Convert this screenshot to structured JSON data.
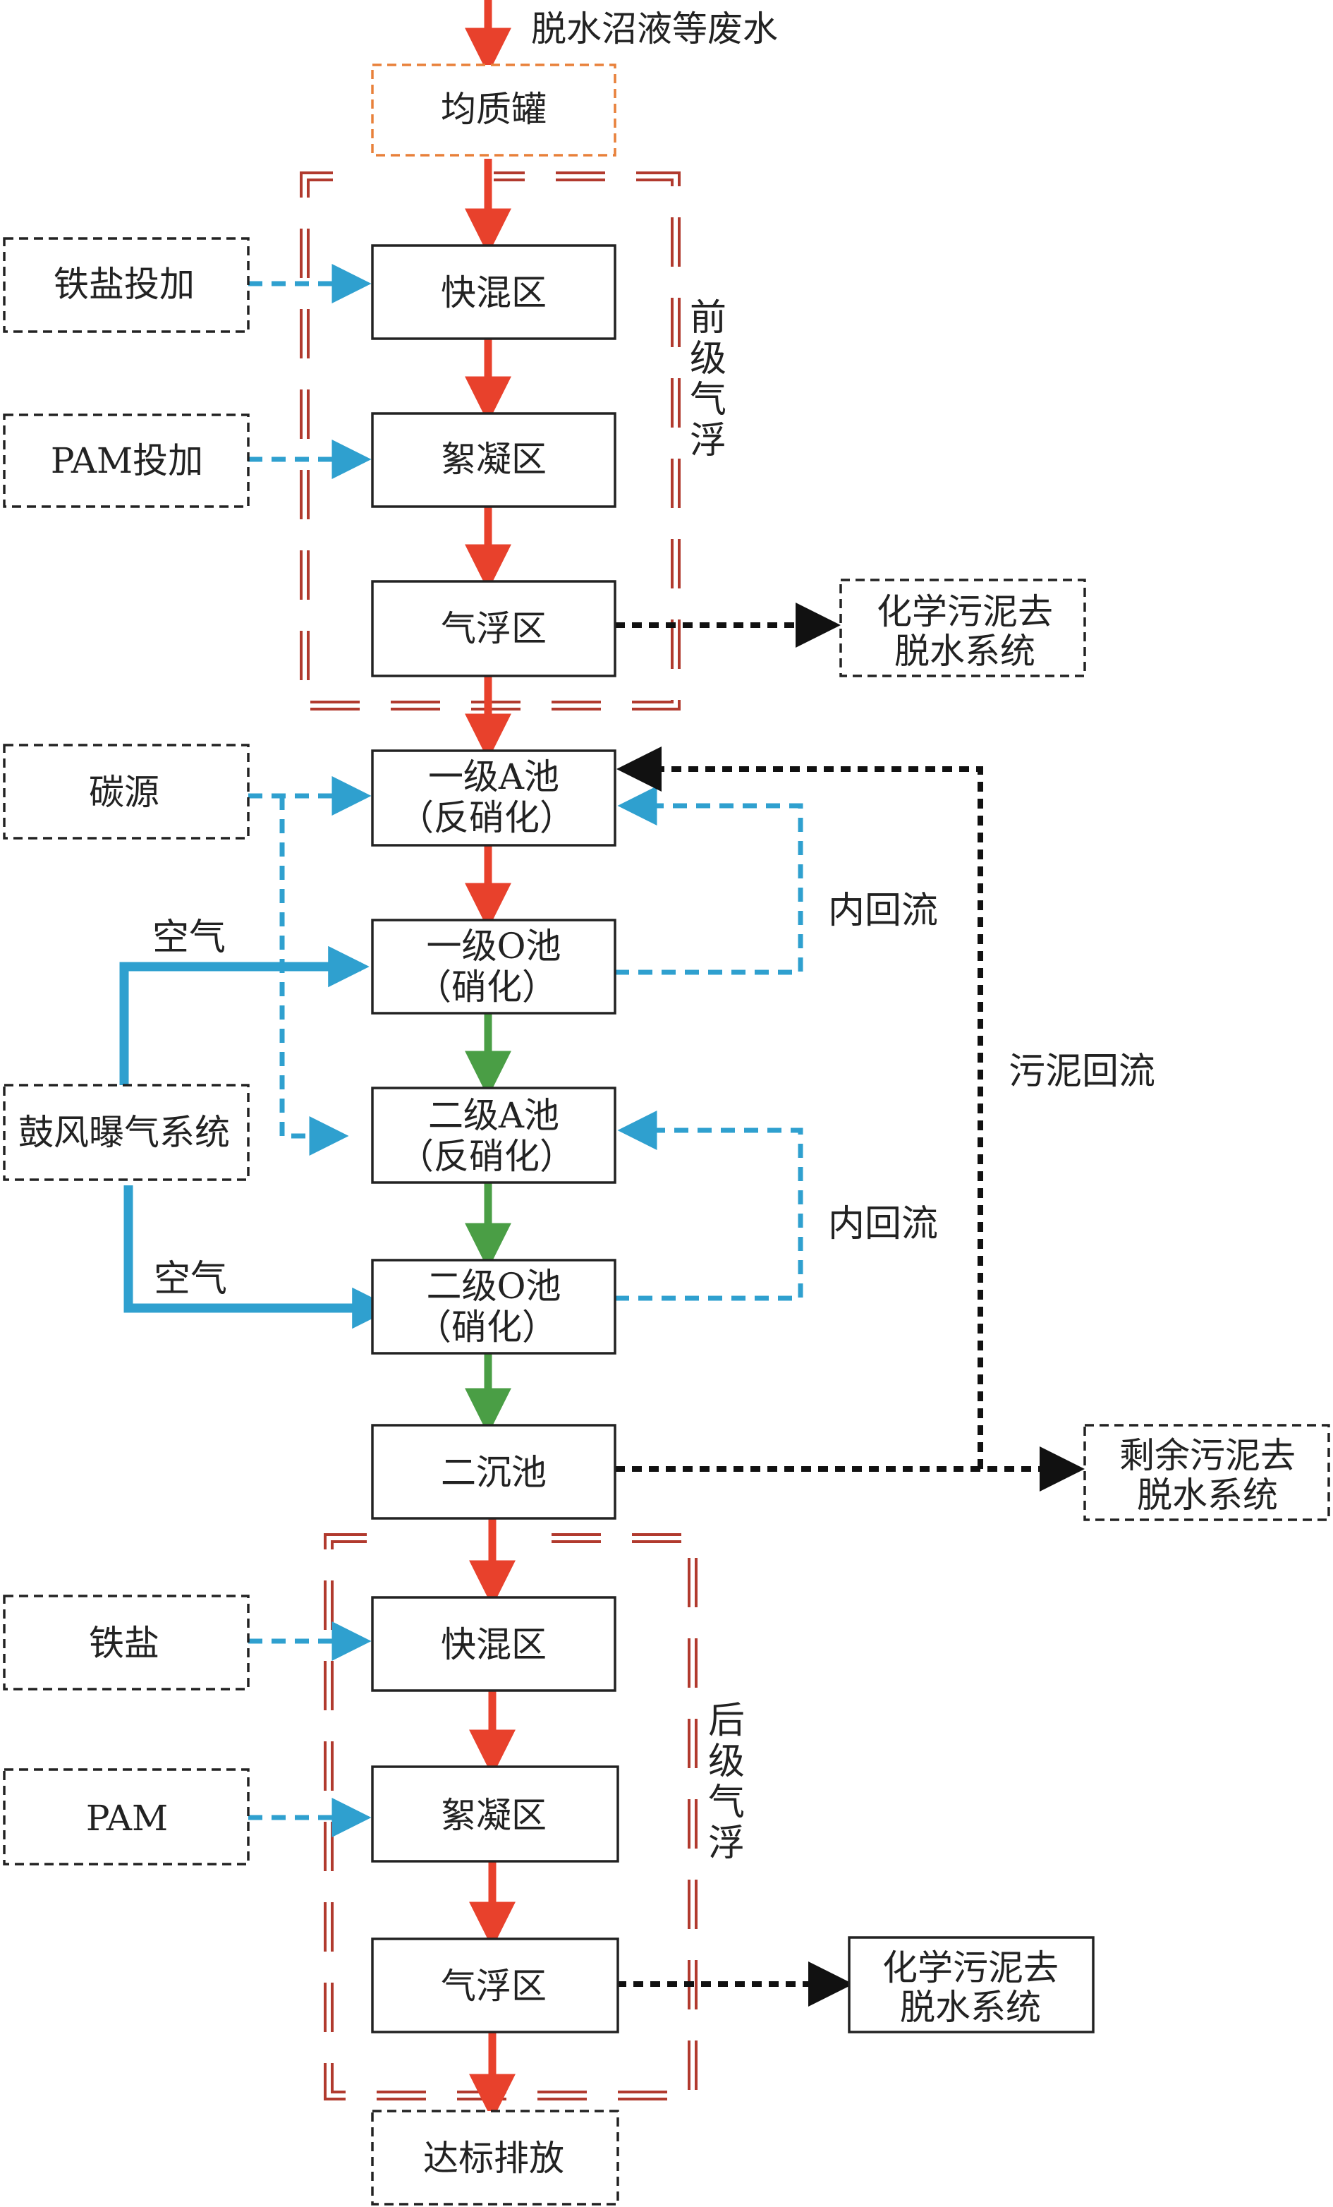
{
  "nodes": {
    "input_label": "脱水沼液等废水",
    "homogenizer": "均质罐",
    "pre_fast_mix": "快混区",
    "pre_flocculation": "絮凝区",
    "pre_flotation": "气浮区",
    "a1_line1": "一级A池",
    "a1_line2": "（反硝化）",
    "o1_line1": "一级O池",
    "o1_line2": "（硝化）",
    "a2_line1": "二级A池",
    "a2_line2": "（反硝化）",
    "o2_line1": "二级O池",
    "o2_line2": "（硝化）",
    "secondary_clarifier": "二沉池",
    "post_fast_mix": "快混区",
    "post_flocculation": "絮凝区",
    "post_flotation": "气浮区",
    "discharge": "达标排放"
  },
  "side_nodes": {
    "iron_dosing": "铁盐投加",
    "pam_dosing": "PAM投加",
    "carbon_source": "碳源",
    "blower": "鼓风曝气系统",
    "iron_salt": "铁盐",
    "pam": "PAM",
    "chem_sludge_1_line1": "化学污泥去",
    "chem_sludge_1_line2": "脱水系统",
    "excess_sludge_line1": "剩余污泥去",
    "excess_sludge_line2": "脱水系统",
    "chem_sludge_2_line1": "化学污泥去",
    "chem_sludge_2_line2": "脱水系统"
  },
  "labels": {
    "pre_flotation_group": [
      "前",
      "级",
      "气",
      "浮"
    ],
    "post_flotation_group": [
      "后",
      "级",
      "气",
      "浮"
    ],
    "air_1": "空气",
    "air_2": "空气",
    "internal_reflux_1": "内回流",
    "internal_reflux_2": "内回流",
    "sludge_reflux": "污泥回流"
  },
  "colors": {
    "main_flow": "#e8412c",
    "nitrification_flow": "#4a9e45",
    "dosing_flow": "#2fa0cf",
    "sludge_flow": "#111111",
    "group_border": "#b13a2e",
    "homogenizer_border": "#e8803a",
    "box_border": "#222222"
  }
}
